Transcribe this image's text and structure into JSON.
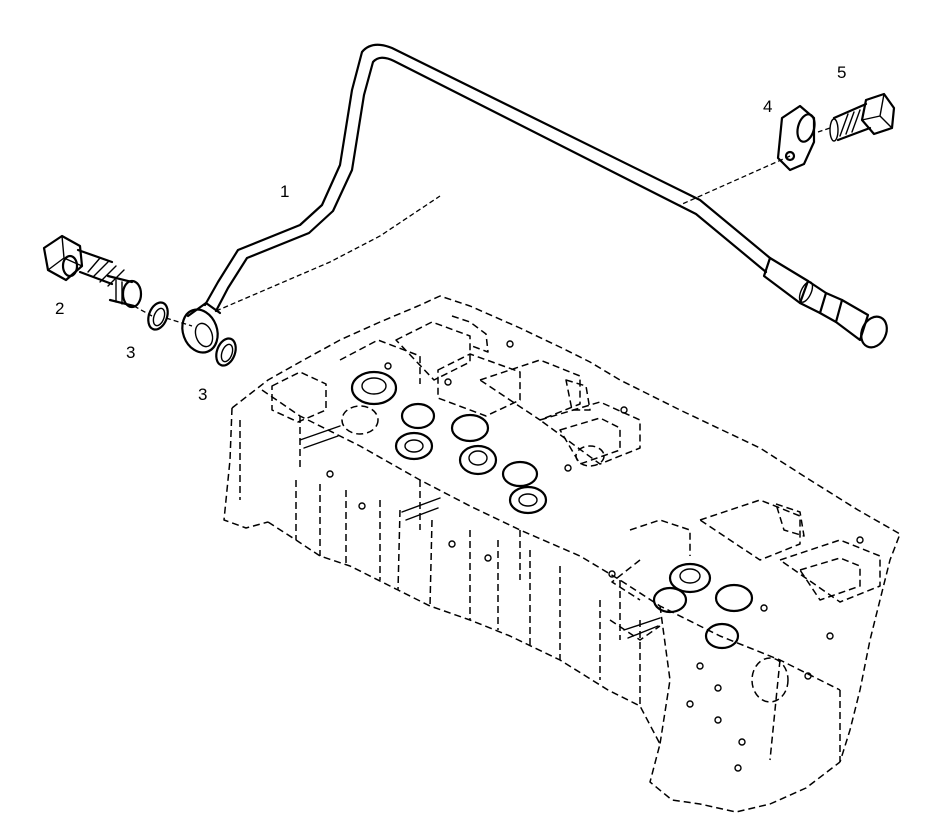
{
  "diagram": {
    "labels": {
      "pipe": "1",
      "banjo_bolt": "2",
      "washer_left": "3",
      "washer_right": "3",
      "clamp": "4",
      "screw": "5"
    },
    "colors": {
      "line": "#000000",
      "background": "#ffffff"
    }
  }
}
